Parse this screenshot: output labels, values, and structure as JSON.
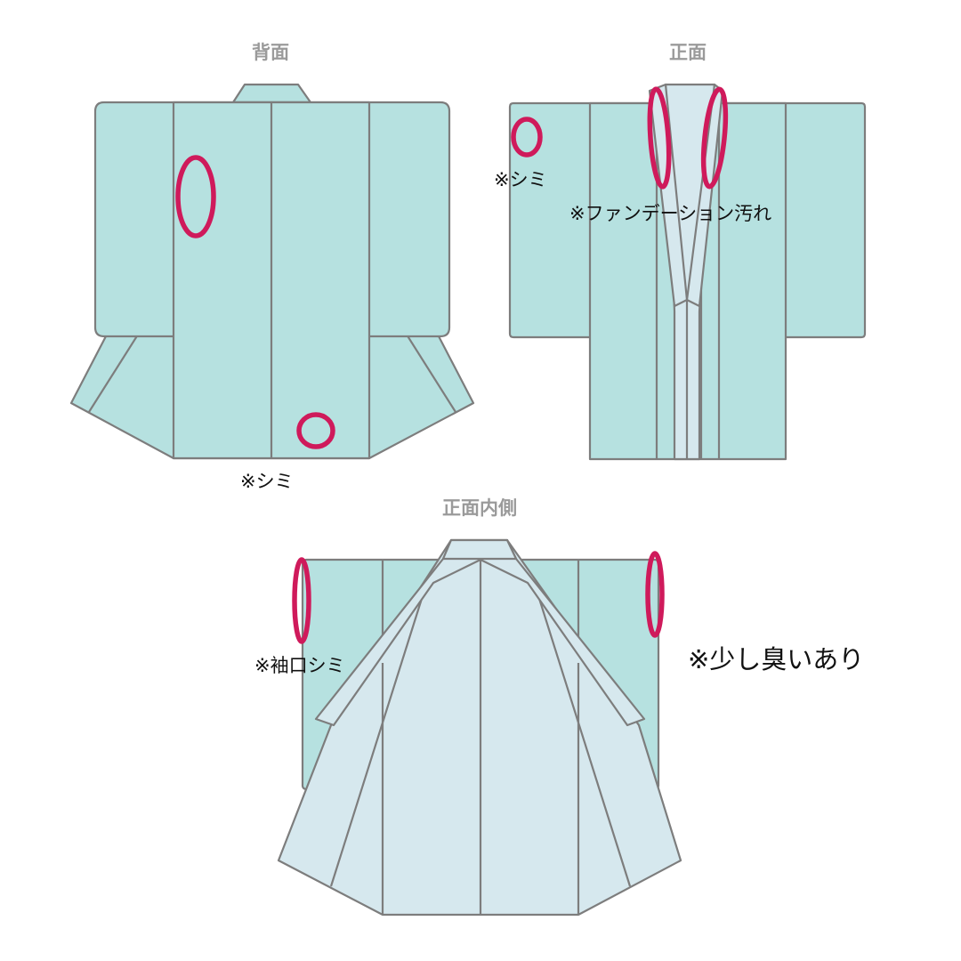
{
  "views": {
    "back": {
      "title": "背面",
      "notes": {
        "stain": "※シミ"
      }
    },
    "front": {
      "title": "正面",
      "notes": {
        "stain": "※シミ",
        "foundation": "※ファンデーション汚れ"
      }
    },
    "front_inside": {
      "title": "正面内側",
      "notes": {
        "cuff_stain": "※袖口シミ",
        "odor": "※少し臭いあり"
      }
    }
  },
  "colors": {
    "garment_body": "#b6e1e0",
    "lining": "#d6e8ee",
    "outline": "#7d7d7d",
    "damage_marker": "#cf1a5b",
    "view_title": "#9a9a9a"
  }
}
